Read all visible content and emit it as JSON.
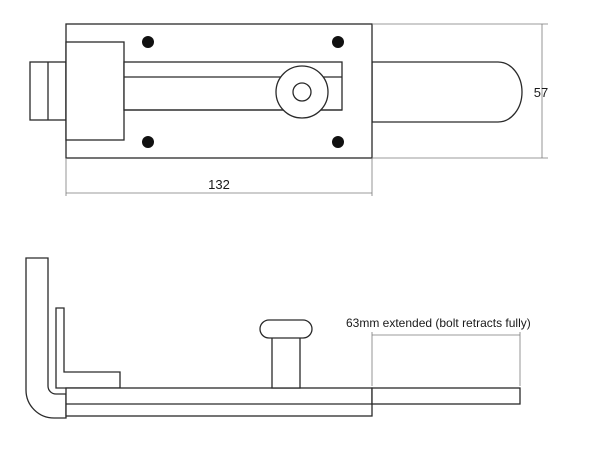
{
  "drawing": {
    "top_view": {
      "width_dimension": "132",
      "height_dimension": "57"
    },
    "side_view": {
      "note": "63mm extended (bolt retracts fully)"
    }
  }
}
